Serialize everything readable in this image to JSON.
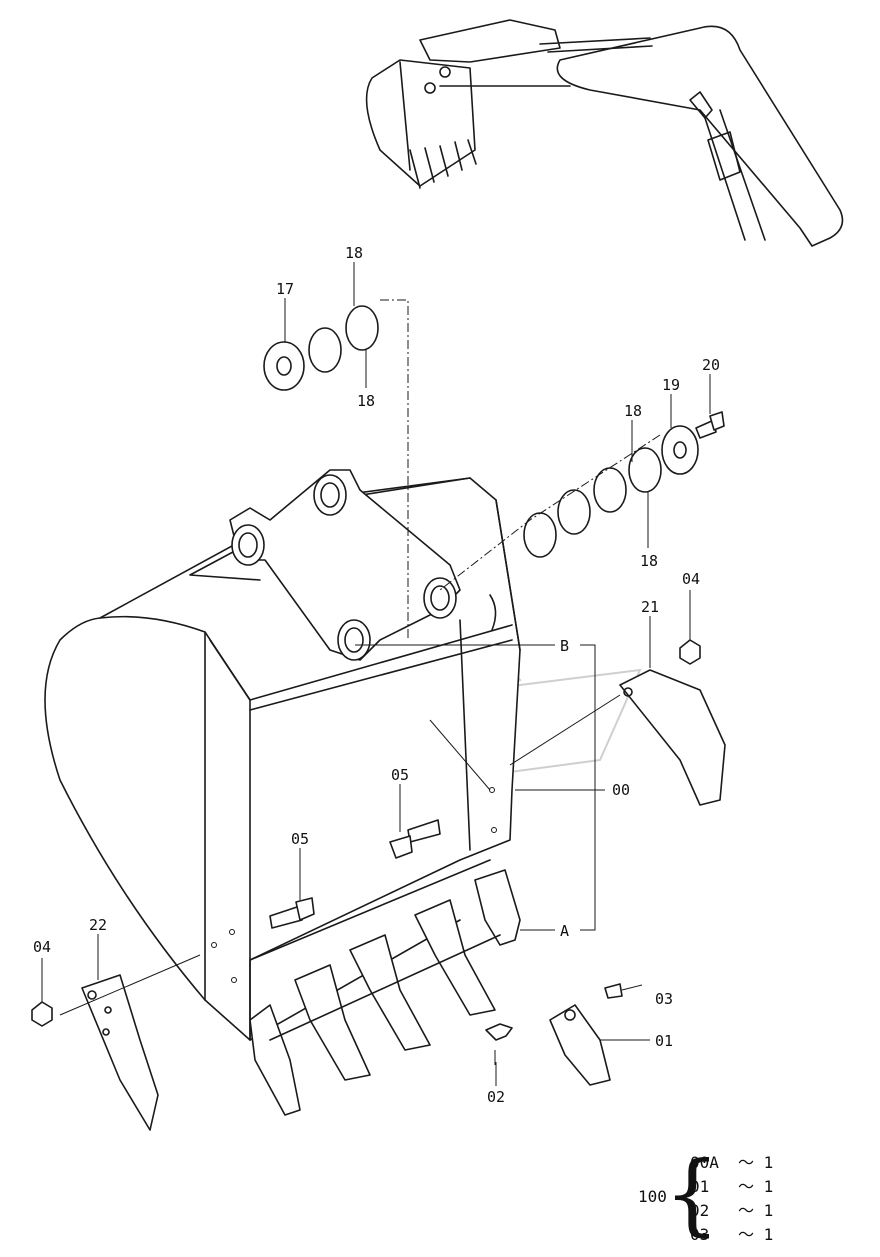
{
  "callouts": {
    "c17": "17",
    "c18a": "18",
    "c18b": "18",
    "c18c": "18",
    "c18d": "18",
    "c19": "19",
    "c20": "20",
    "c21": "21",
    "c22": "22",
    "c04a": "04",
    "c04b": "04",
    "c05a": "05",
    "c05b": "05",
    "c00": "00",
    "c01": "01",
    "c02": "02",
    "c03": "03",
    "cA": "A",
    "cB": "B"
  },
  "bom": {
    "assembly": "100",
    "rows": [
      {
        "part": "00A",
        "qty": "～ 1"
      },
      {
        "part": "01",
        "qty": "～ 1"
      },
      {
        "part": "02",
        "qty": "～ 1"
      },
      {
        "part": "03",
        "qty": "～ 1"
      }
    ]
  }
}
